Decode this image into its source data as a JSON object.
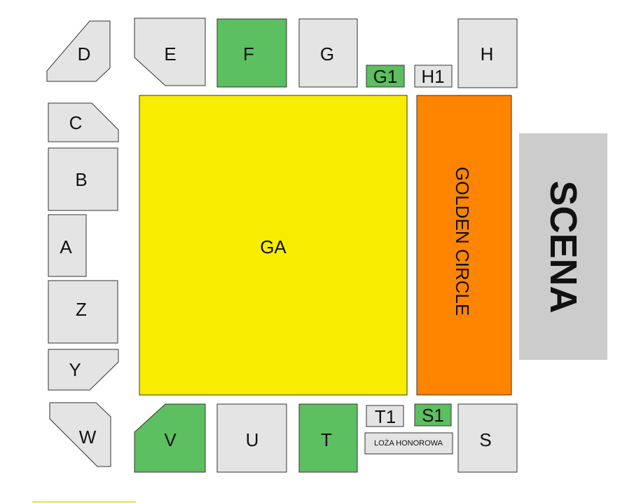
{
  "colors": {
    "available": "#5cbf60",
    "unavailable": "#e4e4e4",
    "ga": "#f8ec00",
    "golden_circle": "#ff8400",
    "stage": "#cccccc",
    "stage_text": "#ffffff",
    "border": "#333333",
    "legend_bar": "#f7e967"
  },
  "stage": {
    "label": "SCENA"
  },
  "sections": {
    "D": {
      "label": "D",
      "status": "unavailable"
    },
    "E": {
      "label": "E",
      "status": "unavailable"
    },
    "F": {
      "label": "F",
      "status": "available"
    },
    "G": {
      "label": "G",
      "status": "unavailable"
    },
    "H": {
      "label": "H",
      "status": "unavailable"
    },
    "G1": {
      "label": "G1",
      "status": "available"
    },
    "H1": {
      "label": "H1",
      "status": "unavailable"
    },
    "C": {
      "label": "C",
      "status": "unavailable"
    },
    "B": {
      "label": "B",
      "status": "unavailable"
    },
    "A": {
      "label": "A",
      "status": "unavailable"
    },
    "Z": {
      "label": "Z",
      "status": "unavailable"
    },
    "Y": {
      "label": "Y",
      "status": "unavailable"
    },
    "W": {
      "label": "W",
      "status": "unavailable"
    },
    "V": {
      "label": "V",
      "status": "available"
    },
    "U": {
      "label": "U",
      "status": "unavailable"
    },
    "T": {
      "label": "T",
      "status": "available"
    },
    "T1": {
      "label": "T1",
      "status": "unavailable"
    },
    "S1": {
      "label": "S1",
      "status": "available"
    },
    "S": {
      "label": "S",
      "status": "unavailable"
    },
    "LOZA": {
      "label": "LOŻA HONOROWA",
      "status": "unavailable"
    },
    "GA": {
      "label": "GA",
      "status": "ga"
    },
    "GC": {
      "label": "GOLDEN CIRCLE",
      "status": "golden_circle"
    }
  }
}
